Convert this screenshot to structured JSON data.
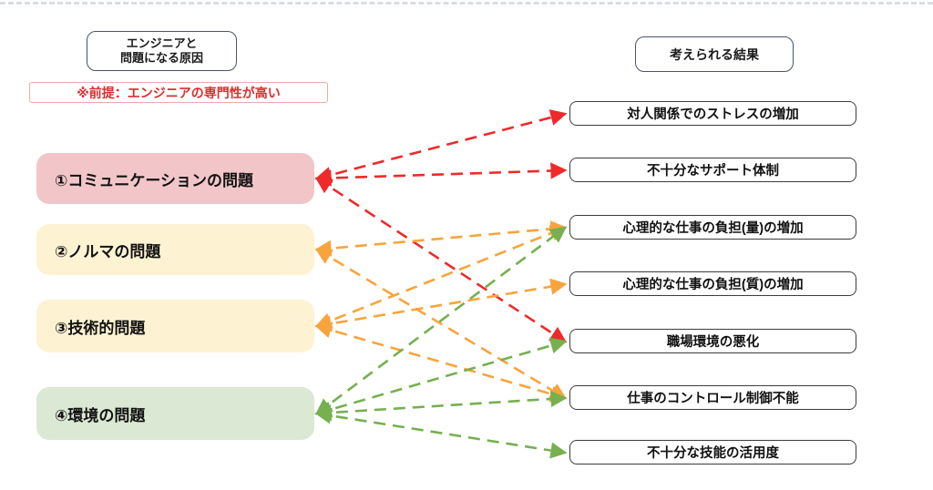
{
  "headers": {
    "left": {
      "line1": "エンジニアと",
      "line2": "問題になる原因"
    },
    "right": {
      "label": "考えられる結果"
    }
  },
  "premise": {
    "label": "※前提：エンジニアの専門性が高い",
    "text_color": "#dd2c2c"
  },
  "causes": [
    {
      "label": "①コミュニケーションの問題",
      "bg": "#f2c6c9",
      "arrow_color": "#ee2a2a"
    },
    {
      "label": "②ノルマの問題",
      "bg": "#fdf3d3",
      "arrow_color": "#f8a43c"
    },
    {
      "label": "③技術的問題",
      "bg": "#fdf3d3",
      "arrow_color": "#f8a43c"
    },
    {
      "label": "④環境の問題",
      "bg": "#dbe8d3",
      "arrow_color": "#76b04f"
    }
  ],
  "results": [
    {
      "label": "対人関係でのストレスの増加"
    },
    {
      "label": "不十分なサポート体制"
    },
    {
      "label": "心理的な仕事の負担(量)の増加"
    },
    {
      "label": "心理的な仕事の負担(質)の増加"
    },
    {
      "label": "職場環境の悪化"
    },
    {
      "label": "仕事のコントロール制御不能"
    },
    {
      "label": "不十分な技能の活用度"
    }
  ],
  "connections": [
    {
      "from": 0,
      "to": 0
    },
    {
      "from": 0,
      "to": 1
    },
    {
      "from": 0,
      "to": 4
    },
    {
      "from": 1,
      "to": 2
    },
    {
      "from": 1,
      "to": 5
    },
    {
      "from": 2,
      "to": 2
    },
    {
      "from": 2,
      "to": 3
    },
    {
      "from": 2,
      "to": 5
    },
    {
      "from": 3,
      "to": 2
    },
    {
      "from": 3,
      "to": 4
    },
    {
      "from": 3,
      "to": 5
    },
    {
      "from": 3,
      "to": 6
    }
  ]
}
